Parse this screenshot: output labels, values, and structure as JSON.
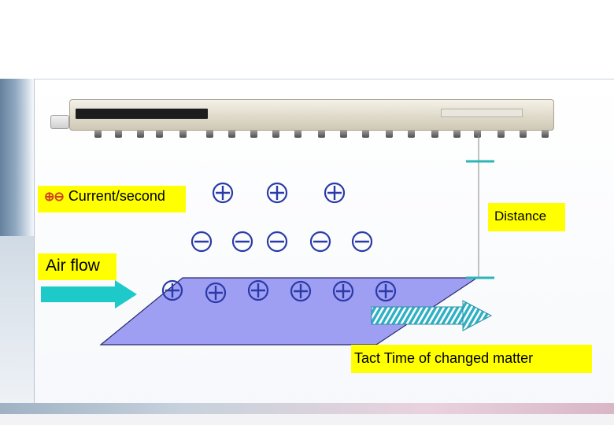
{
  "labels": {
    "current": "Current/second",
    "current_symbols": "⊕⊖",
    "air_flow": "Air flow",
    "distance": "Distance",
    "tact_time": "Tact Time of changed matter"
  },
  "ions": {
    "top_row": "+",
    "middle_row": "−",
    "bottom_row": "+"
  },
  "colors": {
    "label_background": "#ffff00",
    "ion_stroke": "#2a3aa8",
    "plate_fill": "#9e9ef2",
    "air_arrow": "#1dc9c9",
    "motion_arrow": "#3bb7c9",
    "distance_marker": "#2bb5b5"
  },
  "icons": {
    "air_flow_arrow": "arrow-right-icon",
    "motion_arrow": "striped-arrow-right-icon",
    "distance_marker": "distance-bracket-icon"
  }
}
